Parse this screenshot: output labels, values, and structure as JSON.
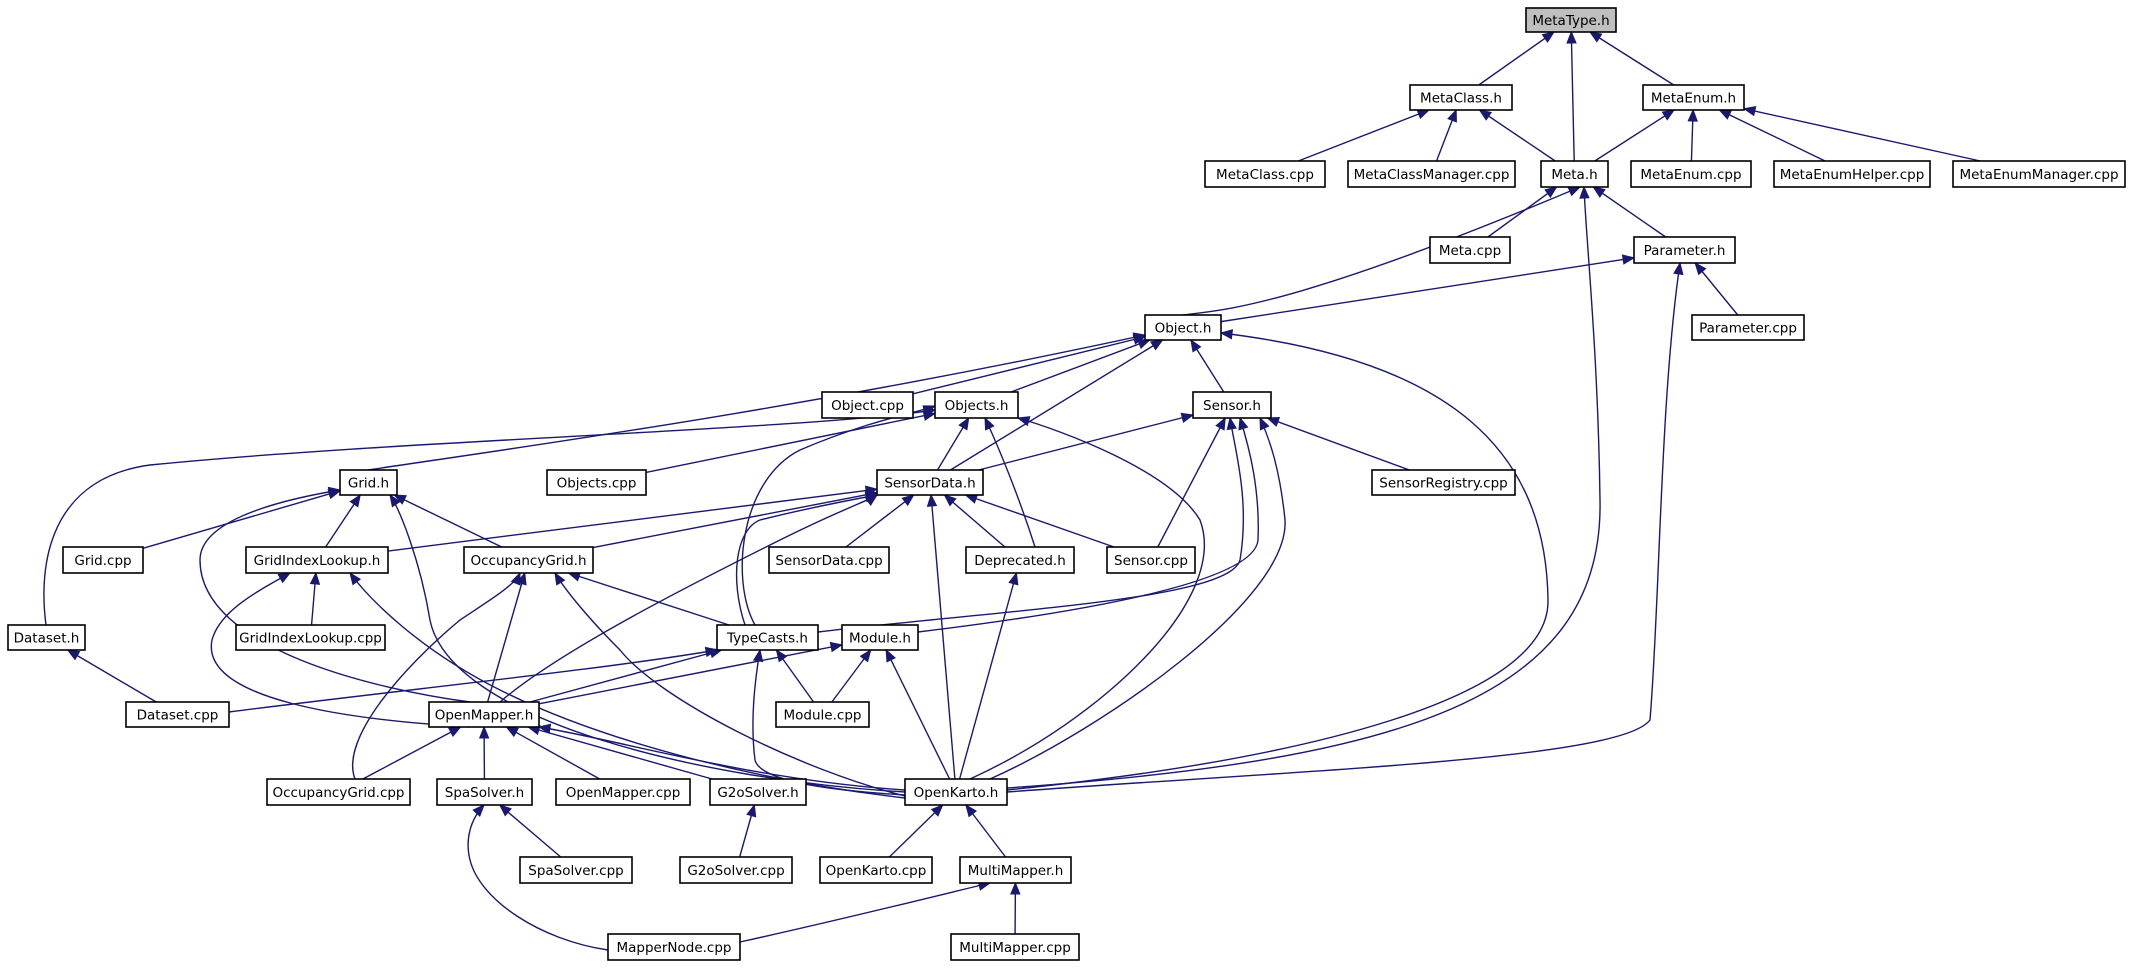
{
  "diagram": {
    "root": "MetaType.h",
    "nodes": [
      {
        "id": "metatype_h",
        "label": "MetaType.h",
        "root": true
      },
      {
        "id": "metaclass_h",
        "label": "MetaClass.h"
      },
      {
        "id": "metaenum_h",
        "label": "MetaEnum.h"
      },
      {
        "id": "metaclass_cpp",
        "label": "MetaClass.cpp"
      },
      {
        "id": "metaclassmanager_cpp",
        "label": "MetaClassManager.cpp"
      },
      {
        "id": "meta_h",
        "label": "Meta.h"
      },
      {
        "id": "metaenum_cpp",
        "label": "MetaEnum.cpp"
      },
      {
        "id": "metaenumhelper_cpp",
        "label": "MetaEnumHelper.cpp"
      },
      {
        "id": "metaenummanager_cpp",
        "label": "MetaEnumManager.cpp"
      },
      {
        "id": "meta_cpp",
        "label": "Meta.cpp"
      },
      {
        "id": "parameter_h",
        "label": "Parameter.h"
      },
      {
        "id": "object_h",
        "label": "Object.h"
      },
      {
        "id": "parameter_cpp",
        "label": "Parameter.cpp"
      },
      {
        "id": "object_cpp",
        "label": "Object.cpp"
      },
      {
        "id": "objects_h",
        "label": "Objects.h"
      },
      {
        "id": "sensor_h",
        "label": "Sensor.h"
      },
      {
        "id": "grid_h",
        "label": "Grid.h"
      },
      {
        "id": "objects_cpp",
        "label": "Objects.cpp"
      },
      {
        "id": "sensordata_h",
        "label": "SensorData.h"
      },
      {
        "id": "sensorregistry_cpp",
        "label": "SensorRegistry.cpp"
      },
      {
        "id": "grid_cpp",
        "label": "Grid.cpp"
      },
      {
        "id": "gridindexlookup_h",
        "label": "GridIndexLookup.h"
      },
      {
        "id": "occupancygrid_h",
        "label": "OccupancyGrid.h"
      },
      {
        "id": "sensordata_cpp",
        "label": "SensorData.cpp"
      },
      {
        "id": "deprecated_h",
        "label": "Deprecated.h"
      },
      {
        "id": "sensor_cpp",
        "label": "Sensor.cpp"
      },
      {
        "id": "dataset_h",
        "label": "Dataset.h"
      },
      {
        "id": "gridindexlookup_cpp",
        "label": "GridIndexLookup.cpp"
      },
      {
        "id": "typecasts_h",
        "label": "TypeCasts.h"
      },
      {
        "id": "module_h",
        "label": "Module.h"
      },
      {
        "id": "dataset_cpp",
        "label": "Dataset.cpp"
      },
      {
        "id": "openmapper_h",
        "label": "OpenMapper.h"
      },
      {
        "id": "module_cpp",
        "label": "Module.cpp"
      },
      {
        "id": "occupancygrid_cpp",
        "label": "OccupancyGrid.cpp"
      },
      {
        "id": "spasolver_h",
        "label": "SpaSolver.h"
      },
      {
        "id": "openmapper_cpp",
        "label": "OpenMapper.cpp"
      },
      {
        "id": "g2osolver_h",
        "label": "G2oSolver.h"
      },
      {
        "id": "openkarto_h",
        "label": "OpenKarto.h"
      },
      {
        "id": "spasolver_cpp",
        "label": "SpaSolver.cpp"
      },
      {
        "id": "g2osolver_cpp",
        "label": "G2oSolver.cpp"
      },
      {
        "id": "openkarto_cpp",
        "label": "OpenKarto.cpp"
      },
      {
        "id": "multimapper_h",
        "label": "MultiMapper.h"
      },
      {
        "id": "mappernode_cpp",
        "label": "MapperNode.cpp"
      },
      {
        "id": "multimapper_cpp",
        "label": "MultiMapper.cpp"
      }
    ],
    "edges": [
      {
        "from": "metaclass_h",
        "to": "metatype_h"
      },
      {
        "from": "meta_h",
        "to": "metatype_h"
      },
      {
        "from": "metaenum_h",
        "to": "metatype_h"
      },
      {
        "from": "metaclass_cpp",
        "to": "metaclass_h"
      },
      {
        "from": "metaclassmanager_cpp",
        "to": "metaclass_h"
      },
      {
        "from": "meta_h",
        "to": "metaclass_h"
      },
      {
        "from": "meta_h",
        "to": "metaenum_h"
      },
      {
        "from": "metaenum_cpp",
        "to": "metaenum_h"
      },
      {
        "from": "metaenumhelper_cpp",
        "to": "metaenum_h"
      },
      {
        "from": "metaenummanager_cpp",
        "to": "metaenum_h"
      },
      {
        "from": "meta_cpp",
        "to": "meta_h"
      },
      {
        "from": "parameter_h",
        "to": "meta_h"
      },
      {
        "from": "object_h",
        "to": "meta_h"
      },
      {
        "from": "openkarto_h",
        "to": "meta_h"
      },
      {
        "from": "object_h",
        "to": "parameter_h"
      },
      {
        "from": "parameter_cpp",
        "to": "parameter_h"
      },
      {
        "from": "openkarto_h",
        "to": "parameter_h"
      },
      {
        "from": "object_cpp",
        "to": "object_h"
      },
      {
        "from": "objects_h",
        "to": "object_h"
      },
      {
        "from": "sensor_h",
        "to": "object_h"
      },
      {
        "from": "grid_h",
        "to": "object_h"
      },
      {
        "from": "sensordata_h",
        "to": "object_h"
      },
      {
        "from": "openkarto_h",
        "to": "object_h"
      },
      {
        "from": "objects_cpp",
        "to": "objects_h"
      },
      {
        "from": "sensordata_h",
        "to": "objects_h"
      },
      {
        "from": "dataset_h",
        "to": "objects_h"
      },
      {
        "from": "typecasts_h",
        "to": "objects_h"
      },
      {
        "from": "deprecated_h",
        "to": "objects_h"
      },
      {
        "from": "openkarto_h",
        "to": "objects_h"
      },
      {
        "from": "sensordata_h",
        "to": "sensor_h"
      },
      {
        "from": "sensorregistry_cpp",
        "to": "sensor_h"
      },
      {
        "from": "sensor_cpp",
        "to": "sensor_h"
      },
      {
        "from": "typecasts_h",
        "to": "sensor_h"
      },
      {
        "from": "module_h",
        "to": "sensor_h"
      },
      {
        "from": "openkarto_h",
        "to": "sensor_h"
      },
      {
        "from": "grid_cpp",
        "to": "grid_h"
      },
      {
        "from": "gridindexlookup_h",
        "to": "grid_h"
      },
      {
        "from": "occupancygrid_h",
        "to": "grid_h"
      },
      {
        "from": "openmapper_h",
        "to": "grid_h"
      },
      {
        "from": "openkarto_h",
        "to": "grid_h"
      },
      {
        "from": "gridindexlookup_h",
        "to": "sensordata_h"
      },
      {
        "from": "occupancygrid_h",
        "to": "sensordata_h"
      },
      {
        "from": "sensordata_cpp",
        "to": "sensordata_h"
      },
      {
        "from": "deprecated_h",
        "to": "sensordata_h"
      },
      {
        "from": "sensor_cpp",
        "to": "sensordata_h"
      },
      {
        "from": "typecasts_h",
        "to": "sensordata_h"
      },
      {
        "from": "openmapper_h",
        "to": "sensordata_h"
      },
      {
        "from": "openkarto_h",
        "to": "sensordata_h"
      },
      {
        "from": "gridindexlookup_cpp",
        "to": "gridindexlookup_h"
      },
      {
        "from": "openmapper_h",
        "to": "gridindexlookup_h"
      },
      {
        "from": "openkarto_h",
        "to": "gridindexlookup_h"
      },
      {
        "from": "typecasts_h",
        "to": "occupancygrid_h"
      },
      {
        "from": "openmapper_h",
        "to": "occupancygrid_h"
      },
      {
        "from": "occupancygrid_cpp",
        "to": "occupancygrid_h"
      },
      {
        "from": "openkarto_h",
        "to": "occupancygrid_h"
      },
      {
        "from": "openkarto_h",
        "to": "deprecated_h"
      },
      {
        "from": "dataset_cpp",
        "to": "dataset_h"
      },
      {
        "from": "dataset_cpp",
        "to": "typecasts_h"
      },
      {
        "from": "openmapper_h",
        "to": "typecasts_h"
      },
      {
        "from": "module_cpp",
        "to": "typecasts_h"
      },
      {
        "from": "openkarto_h",
        "to": "typecasts_h"
      },
      {
        "from": "openmapper_h",
        "to": "module_h"
      },
      {
        "from": "module_cpp",
        "to": "module_h"
      },
      {
        "from": "openkarto_h",
        "to": "module_h"
      },
      {
        "from": "occupancygrid_cpp",
        "to": "openmapper_h"
      },
      {
        "from": "spasolver_h",
        "to": "openmapper_h"
      },
      {
        "from": "openmapper_cpp",
        "to": "openmapper_h"
      },
      {
        "from": "g2osolver_h",
        "to": "openmapper_h"
      },
      {
        "from": "openkarto_h",
        "to": "openmapper_h"
      },
      {
        "from": "spasolver_cpp",
        "to": "spasolver_h"
      },
      {
        "from": "mappernode_cpp",
        "to": "spasolver_h"
      },
      {
        "from": "g2osolver_cpp",
        "to": "g2osolver_h"
      },
      {
        "from": "openkarto_cpp",
        "to": "openkarto_h"
      },
      {
        "from": "multimapper_h",
        "to": "openkarto_h"
      },
      {
        "from": "mappernode_cpp",
        "to": "multimapper_h"
      },
      {
        "from": "multimapper_cpp",
        "to": "multimapper_h"
      }
    ]
  }
}
